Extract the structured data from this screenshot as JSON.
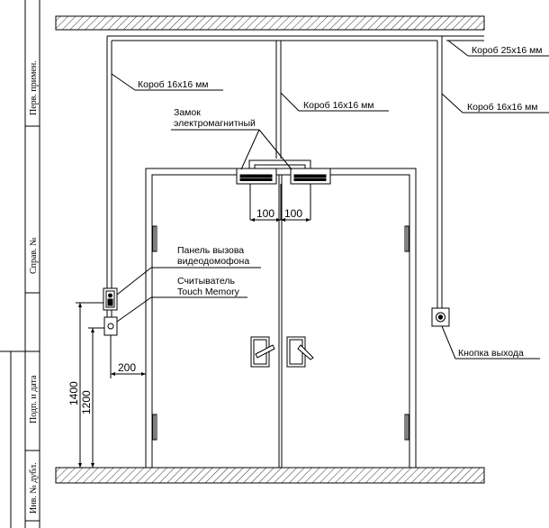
{
  "sidebar": {
    "cells": [
      "Перв. примен.",
      "Справ. №",
      "Подп. и дата",
      "Инв. № дубл."
    ]
  },
  "labels": {
    "box_16_left": "Короб 16х16 мм",
    "box_16_mid": "Короб 16х16 мм",
    "box_16_right": "Короб 16х16 мм",
    "box_25": "Короб 25х16 мм",
    "lock_line1": "Замок",
    "lock_line2": "электромагнитный",
    "panel_line1": "Панель вызова",
    "panel_line2": "видеодомофона",
    "reader_line1": "Считыватель",
    "reader_line2": "Touch Memory",
    "exit_button": "Кнопка выхода"
  },
  "dimensions": {
    "lock_offset_left": "100",
    "lock_offset_right": "100",
    "reader_offset": "200",
    "panel_height": "1400",
    "reader_height": "1200"
  }
}
